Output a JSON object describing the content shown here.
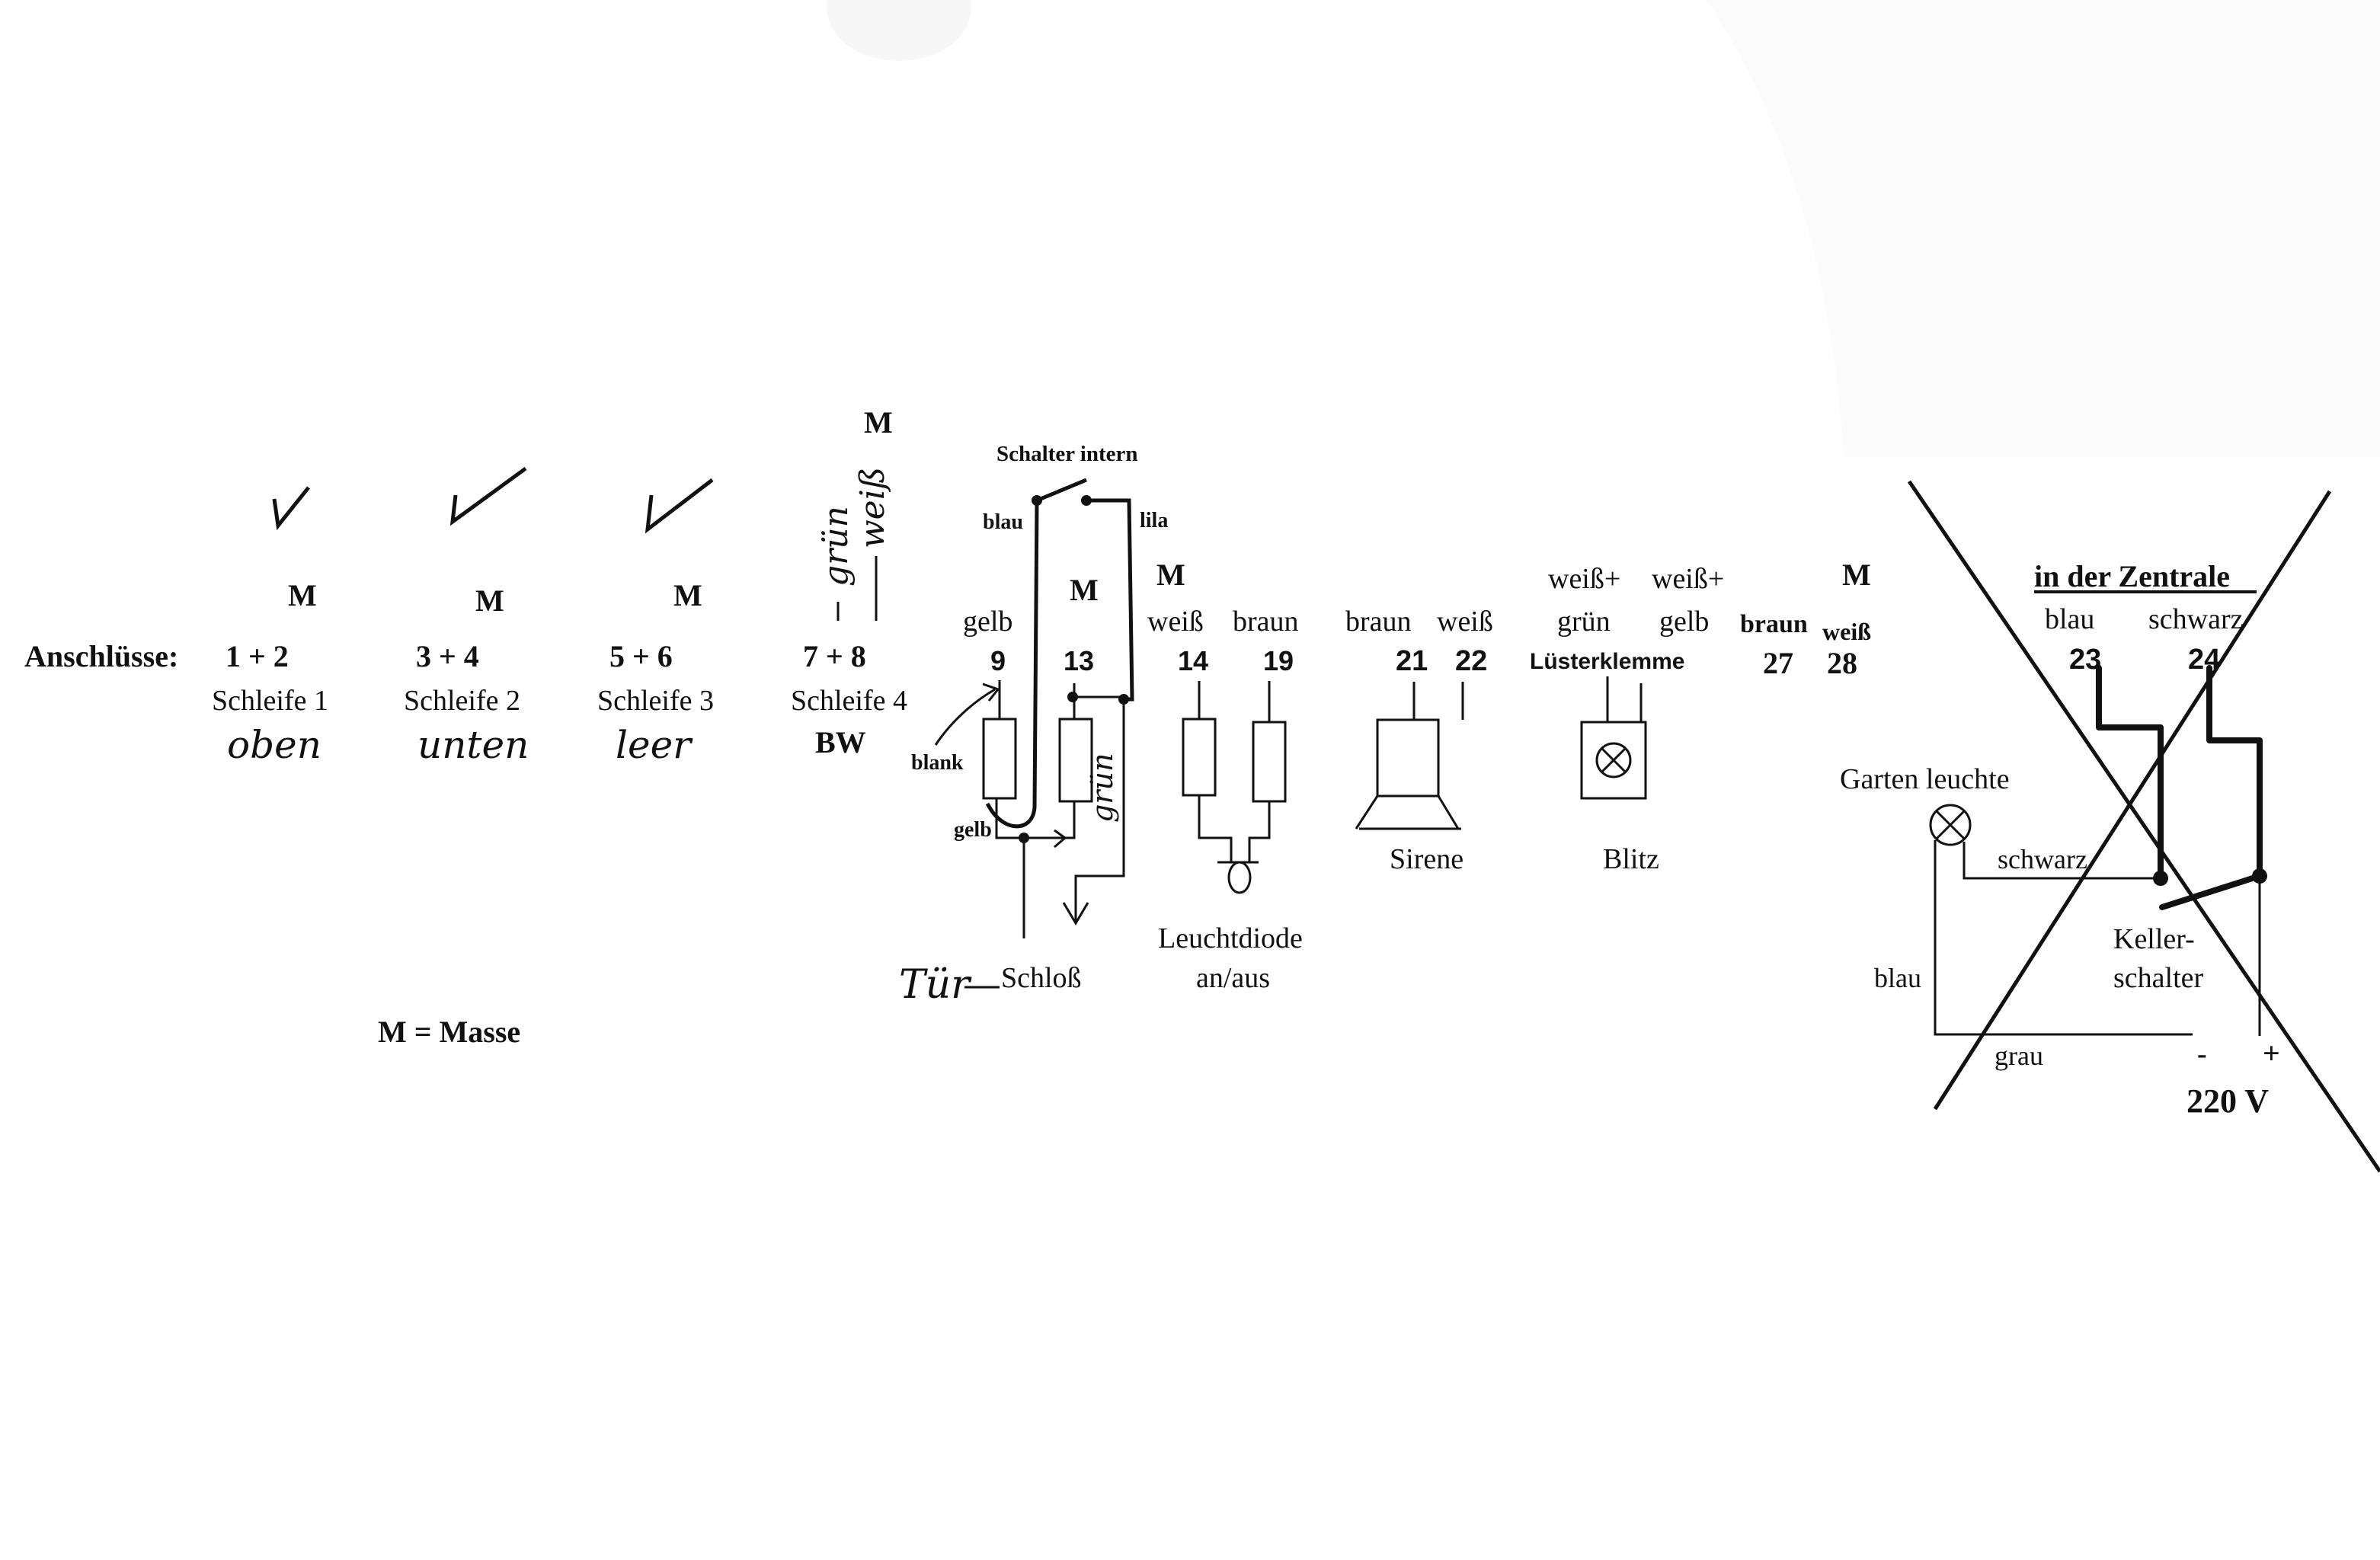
{
  "legend": {
    "masse": "M = Masse"
  },
  "anschluesse_label": "Anschlüsse:",
  "mass_symbol": "M",
  "loops": [
    {
      "pins": "1 + 2",
      "name": "Schleife 1",
      "note": "oben",
      "checked": true
    },
    {
      "pins": "3 + 4",
      "name": "Schleife 2",
      "note": "unten",
      "checked": true
    },
    {
      "pins": "5 + 6",
      "name": "Schleife 3",
      "note": "leer",
      "checked": true
    },
    {
      "pins": "7 + 8",
      "name": "Schleife 4",
      "note": "BW",
      "checked": false,
      "wire_notes": [
        "grün",
        "weiß"
      ]
    }
  ],
  "door_lock": {
    "switch_title": "Schalter intern",
    "wire_left": "blau",
    "wire_right": "lila",
    "pin_9_color": "gelb",
    "pin_9": "9",
    "pin_13": "13",
    "blank_label": "blank",
    "gelb_label": "gelb",
    "gruen_note": "grün",
    "label_hand": "Tür",
    "label": "Schloß"
  },
  "led": {
    "pin_14_color": "weiß",
    "pin_14": "14",
    "pin_19_color": "braun",
    "pin_19": "19",
    "label_line1": "Leuchtdiode",
    "label_line2": "an/aus"
  },
  "siren": {
    "pin_21_color": "braun",
    "pin_21": "21",
    "pin_22_color": "weiß",
    "pin_22": "22",
    "label": "Sirene"
  },
  "flash": {
    "wire_a_line1": "weiß+",
    "wire_a_line2": "grün",
    "wire_b_line1": "weiß+",
    "wire_b_line2": "gelb",
    "terminal_label": "Lüsterklemme",
    "label": "Blitz"
  },
  "pins_27_28": {
    "pin_27_color": "braun",
    "pin_27": "27",
    "pin_28_color": "weiß",
    "pin_28": "28"
  },
  "zentrale": {
    "title": "in der Zentrale",
    "pin_23_color": "blau",
    "pin_23": "23",
    "pin_24_color": "schwarz",
    "pin_24": "24",
    "lamp_label": "Garten leuchte",
    "wire_schwarz": "schwarz",
    "wire_blau": "blau",
    "wire_grau": "grau",
    "switch_line1": "Keller-",
    "switch_line2": "schalter",
    "minus": "-",
    "plus": "+",
    "voltage": "220 V",
    "crossed_out": true
  }
}
